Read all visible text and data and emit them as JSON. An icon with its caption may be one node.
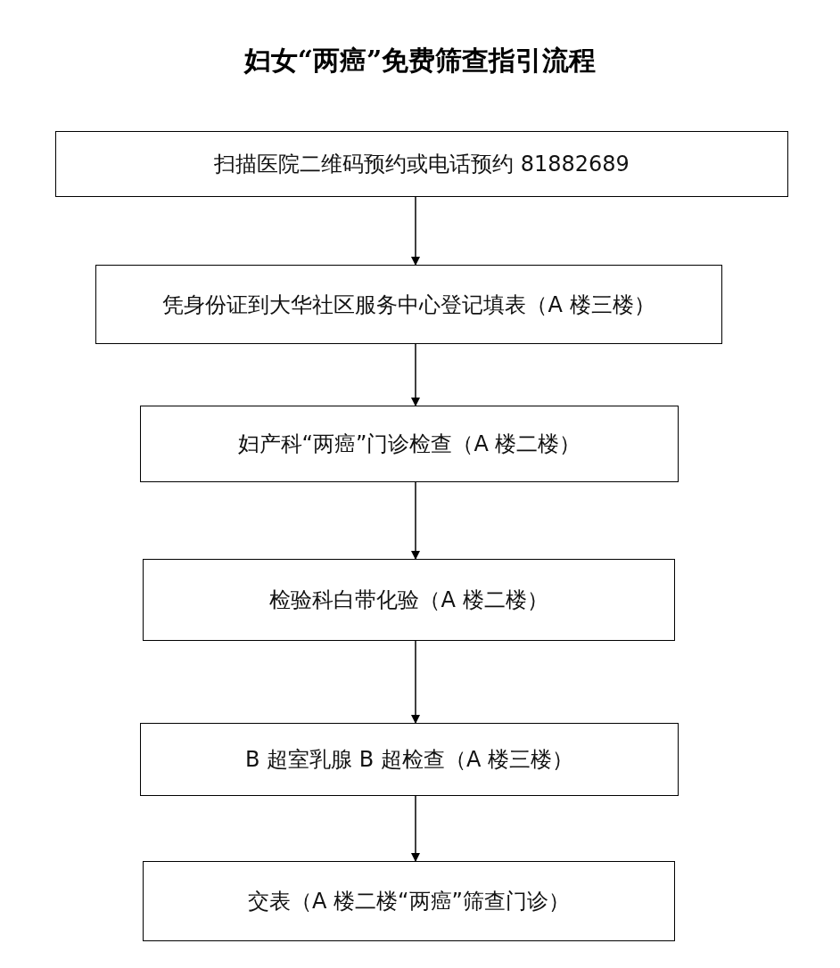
{
  "diagram": {
    "title": "妇女“两癌”免费筛查指引流程",
    "nodes": [
      {
        "text": [
          "扫描医院二维码预约或电话预约 81882689"
        ]
      },
      {
        "text": [
          "凭身份证到大华社区服务中心登记填表（A 楼三楼）"
        ]
      },
      {
        "text": [
          "妇产科“两癌”门诊检查（A 楼二楼）"
        ]
      },
      {
        "text": [
          "检验科白带化验（A 楼二楼）"
        ]
      },
      {
        "text": [
          "B 超室乳腺 B 超检查（A 楼三楼）"
        ]
      },
      {
        "text": [
          "交表（A 楼二楼“两癌”筛查门诊）"
        ]
      }
    ],
    "edges": [
      {
        "from": 0,
        "to": 1,
        "arrow": "to"
      },
      {
        "from": 1,
        "to": 2,
        "arrow": "to"
      },
      {
        "from": 2,
        "to": 3,
        "arrow": "to"
      },
      {
        "from": 3,
        "to": 4,
        "arrow": "to"
      },
      {
        "from": 4,
        "to": 5,
        "arrow": "to"
      }
    ]
  }
}
